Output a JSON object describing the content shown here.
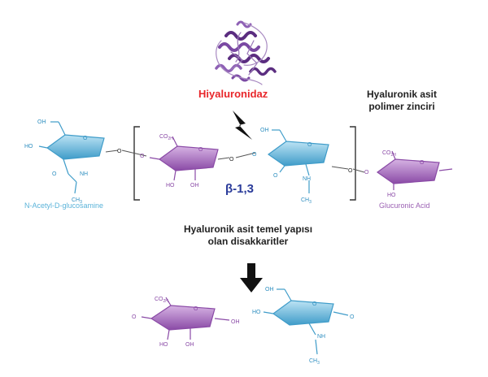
{
  "enzyme_label": "Hiyaluronidaz",
  "chain_label_line1": "Hyaluronik asit",
  "chain_label_line2": "polimer zinciri",
  "linkage_label": "β-1,3",
  "left_monomer_label": "N-Acetyl-D-glucosamine",
  "right_monomer_label": "Glucuronic Acid",
  "basic_structure_line1": "Hyaluronik asit temel yapısı",
  "basic_structure_line2": "olan disakkaritler",
  "colors": {
    "enzyme_text": "#e8262a",
    "glcnac": "#5ab3d9",
    "glca": "#9b61b3",
    "protein": "#6b3a8f",
    "linkage_text": "#2a3b9a"
  },
  "atoms": {
    "oh": "OH",
    "ho": "HO",
    "o": "O",
    "nh": "NH",
    "ch3": "CH",
    "co2h": "CO",
    "sub3": "3",
    "sub2h": "2H"
  },
  "icons": [
    "protein-structure-icon",
    "lightning-bolt-icon",
    "down-arrow-icon"
  ]
}
